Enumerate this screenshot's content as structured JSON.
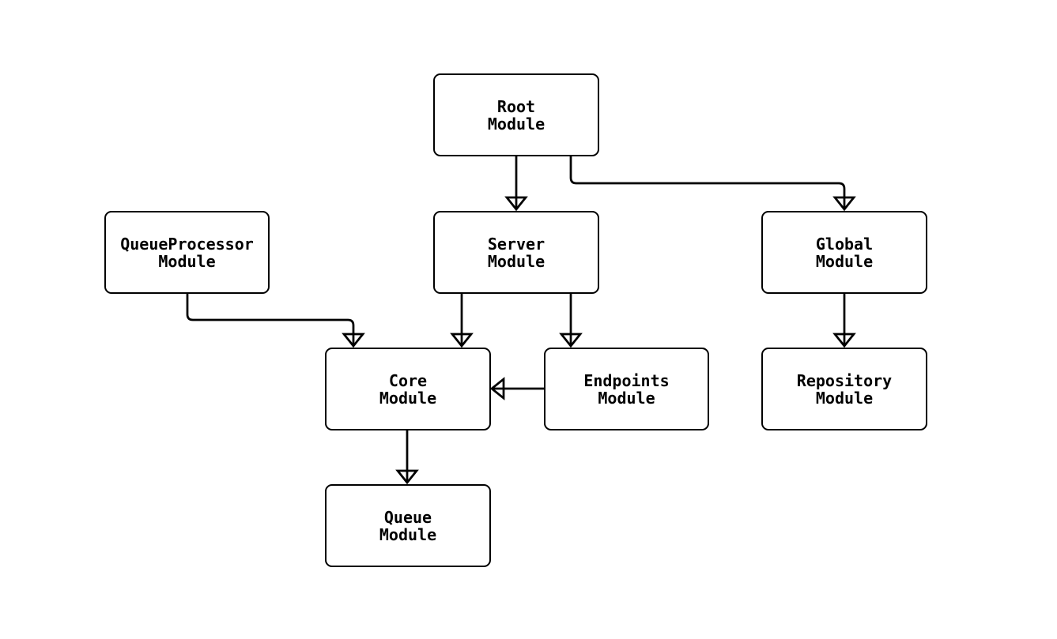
{
  "diagram": {
    "type": "flowchart",
    "background_color": "#ffffff",
    "node_fill_color": "#ffffff",
    "stroke_color": "#000000",
    "text_color": "#000000",
    "nodes": [
      {
        "id": "root",
        "label": "Root\nModule"
      },
      {
        "id": "queueprocessor",
        "label": "QueueProcessor\nModule"
      },
      {
        "id": "server",
        "label": "Server\nModule"
      },
      {
        "id": "global",
        "label": "Global\nModule"
      },
      {
        "id": "core",
        "label": "Core\nModule"
      },
      {
        "id": "endpoints",
        "label": "Endpoints\nModule"
      },
      {
        "id": "repository",
        "label": "Repository\nModule"
      },
      {
        "id": "queue",
        "label": "Queue\nModule"
      }
    ],
    "edges": [
      {
        "from": "root",
        "to": "server"
      },
      {
        "from": "root",
        "to": "global"
      },
      {
        "from": "queueprocessor",
        "to": "core"
      },
      {
        "from": "server",
        "to": "core"
      },
      {
        "from": "server",
        "to": "endpoints"
      },
      {
        "from": "endpoints",
        "to": "core"
      },
      {
        "from": "global",
        "to": "repository"
      },
      {
        "from": "core",
        "to": "queue"
      }
    ]
  }
}
